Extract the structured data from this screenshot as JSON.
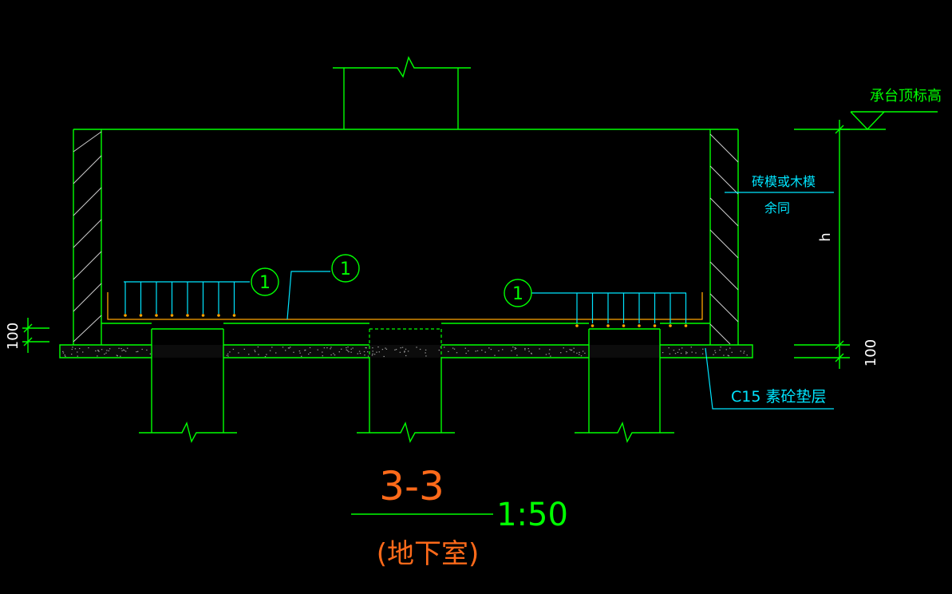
{
  "labels": {
    "cap_top_elevation": "承台顶标高",
    "formwork_line1": "砖模或木模",
    "formwork_line2": "余同",
    "height_symbol": "h",
    "dim_100_left": "100",
    "dim_100_right": "100",
    "cushion_layer": "C15 素砼垫层",
    "callout_1a": "1",
    "callout_1b": "1",
    "callout_1c": "1"
  },
  "title": {
    "section_id": "3-3",
    "scale": "1:50",
    "subtitle": "(地下室)"
  },
  "colors": {
    "background": "#000000",
    "structure": "#00ff00",
    "rebar": "#00e5ff",
    "hatch": "#cfcfcf",
    "title": "#ff6a1a",
    "bottom_bar": "#ffa500"
  }
}
